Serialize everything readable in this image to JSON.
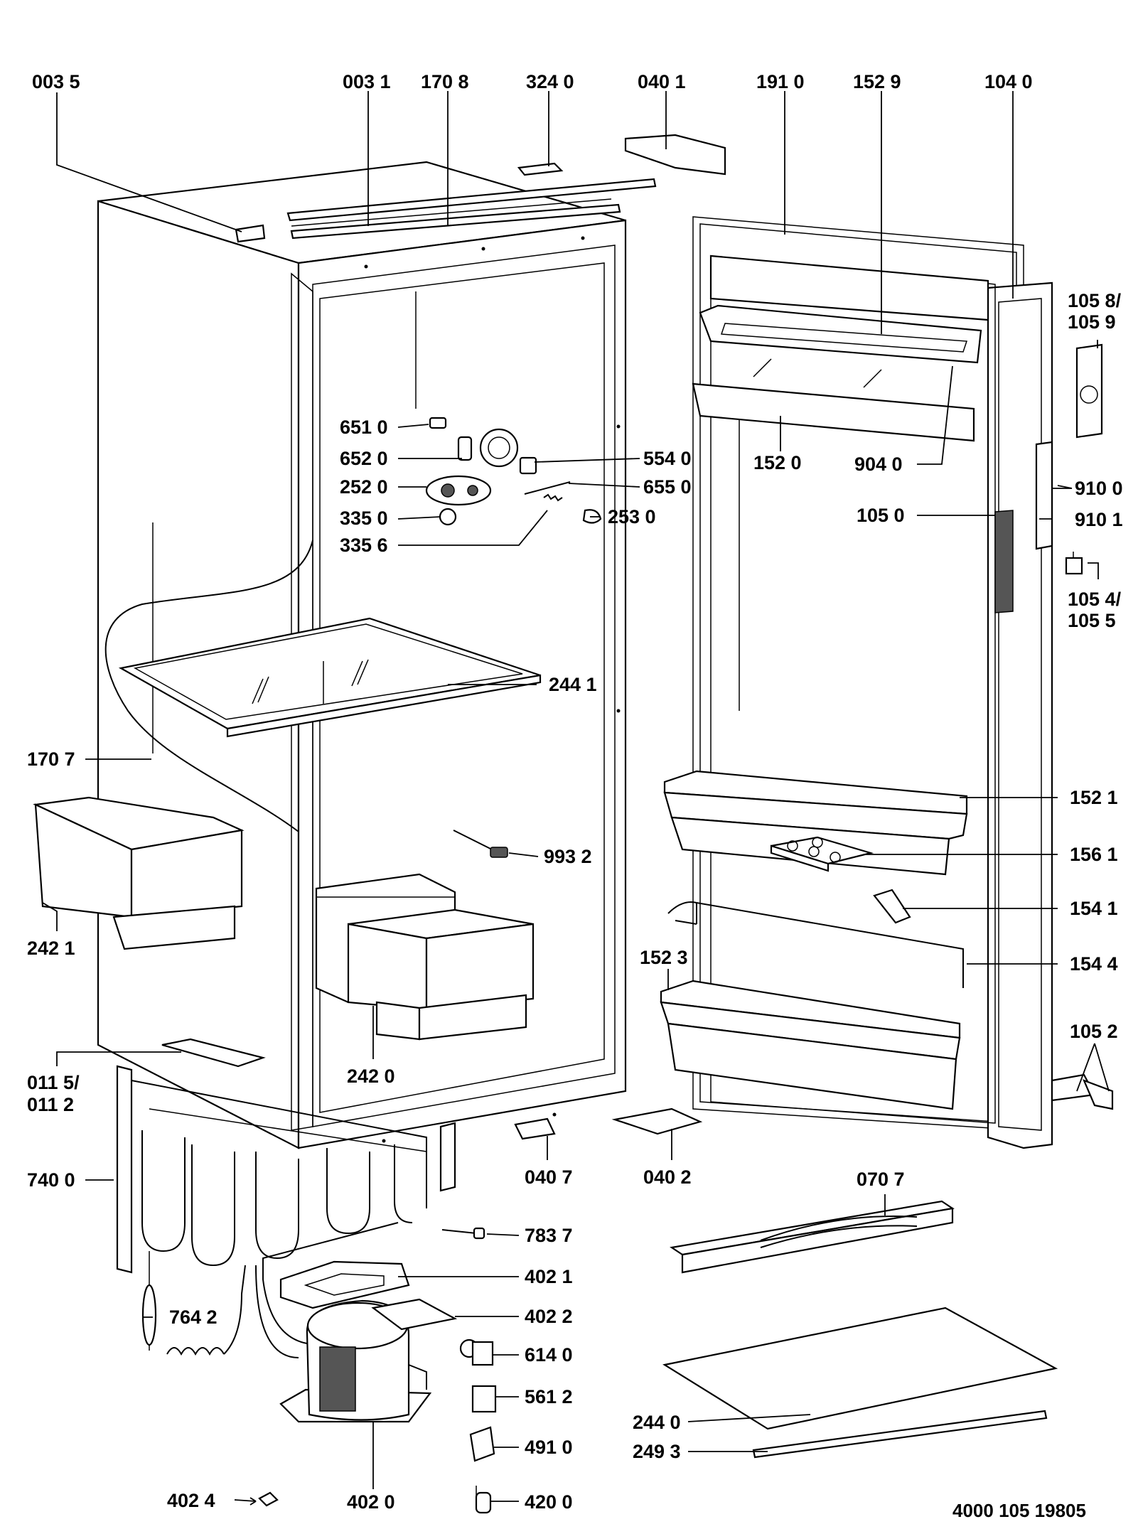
{
  "document_number": "4000 105 19805",
  "labels": {
    "l0035": "003 5",
    "l0031": "003 1",
    "l1708": "170 8",
    "l3240": "324 0",
    "l0401": "040 1",
    "l1910": "191 0",
    "l1529": "152 9",
    "l1040": "104 0",
    "l1058a": "105 8/",
    "l1058b": "105 9",
    "l6510": "651 0",
    "l6520": "652 0",
    "l2520": "252 0",
    "l3350": "335 0",
    "l3356": "335 6",
    "l5540": "554 0",
    "l6550": "655 0",
    "l2530": "253 0",
    "l1520": "152 0",
    "l9040": "904 0",
    "l9100": "910 0",
    "l9101": "910 1",
    "l1050": "105 0",
    "l1054a": "105 4/",
    "l1054b": "105 5",
    "l2441": "244 1",
    "l1707": "170 7",
    "l1521": "152 1",
    "l1561": "156 1",
    "l9932": "993 2",
    "l2421": "242 1",
    "l1541": "154 1",
    "l1523": "152 3",
    "l1544": "154 4",
    "l2420": "242 0",
    "l0115a": "011 5/",
    "l0115b": "011 2",
    "l1052": "105 2",
    "l7400": "740 0",
    "l0407": "040 7",
    "l0402": "040 2",
    "l0707": "070 7",
    "l7837": "783 7",
    "l4021": "402 1",
    "l4022": "402 2",
    "l7642": "764 2",
    "l6140": "614 0",
    "l5612": "561 2",
    "l2440": "244 0",
    "l4910": "491 0",
    "l2493": "249 3",
    "l4024": "402 4",
    "l4020": "402 0",
    "l4200": "420 0"
  }
}
